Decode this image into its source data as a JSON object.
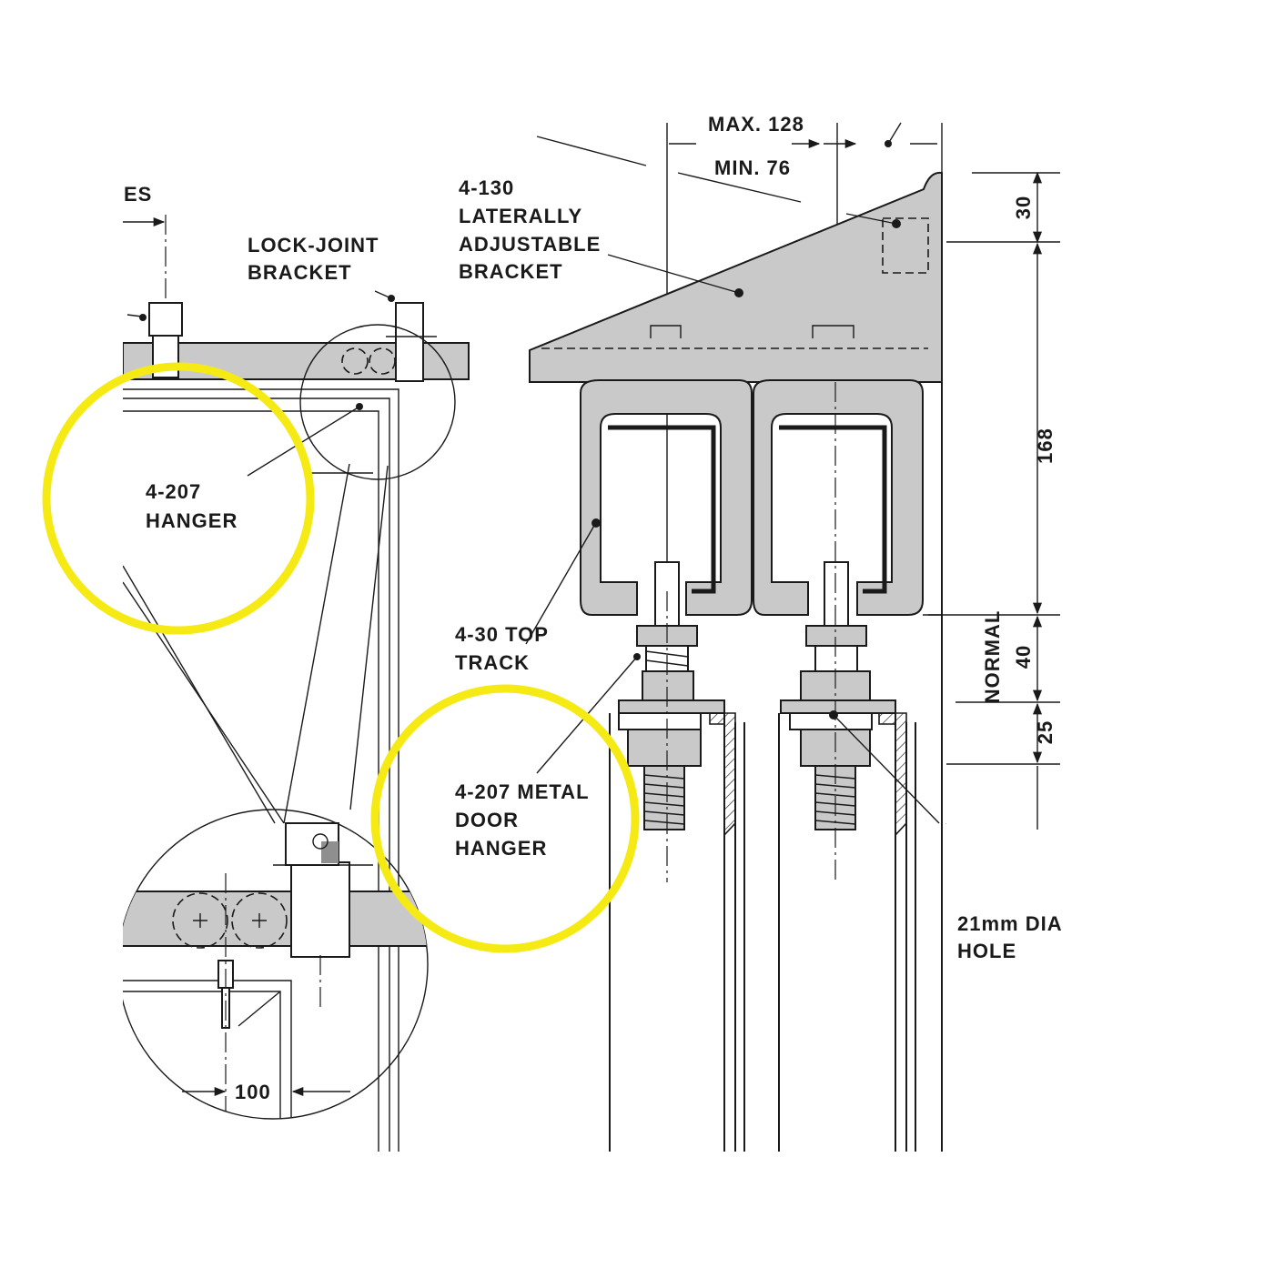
{
  "labels": {
    "es_fragment": "ES",
    "lock_joint_line1": "LOCK-JOINT",
    "lock_joint_line2": "BRACKET",
    "hanger_line1": "4-207",
    "hanger_line2": "HANGER",
    "max_fragment": "MAX. 128",
    "min": "MIN. 76",
    "bracket_line1": "4-130",
    "bracket_line2": "LATERALLY",
    "bracket_line3": "ADJUSTABLE",
    "bracket_line4": "BRACKET",
    "top_track_line1": "4-30 TOP",
    "top_track_line2": "TRACK",
    "metal_hanger_line1": "4-207 METAL",
    "metal_hanger_line2": "DOOR",
    "metal_hanger_line3": "HANGER",
    "hole_line1": "21mm DIA",
    "hole_line2": "HOLE",
    "normal": "NORMAL"
  },
  "dimensions": {
    "d30": "30",
    "d168": "168",
    "d40": "40",
    "d25": "25",
    "d100": "100"
  },
  "colors": {
    "highlight": "#f5ea14",
    "metal": "#c9c9c9",
    "ink": "#1a1a1a"
  }
}
